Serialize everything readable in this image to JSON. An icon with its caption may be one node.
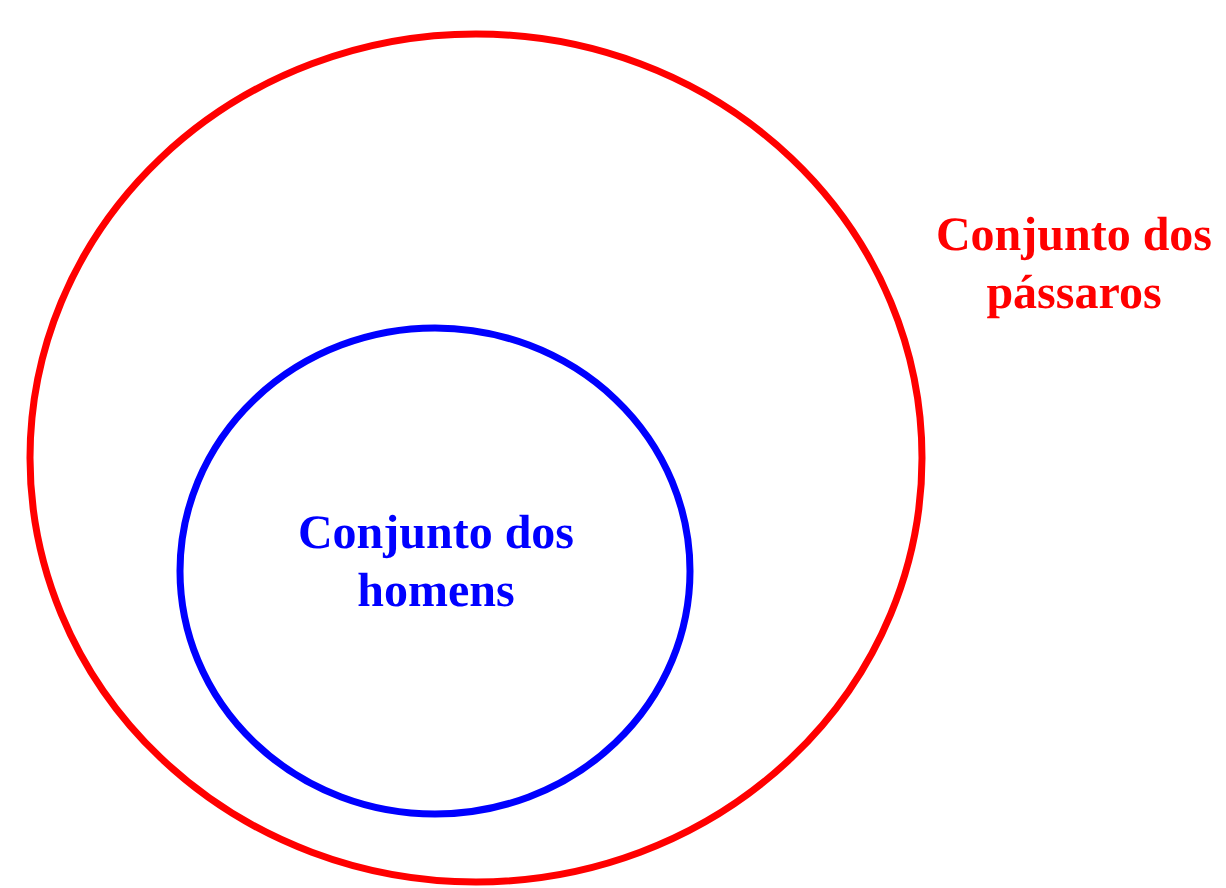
{
  "diagram": {
    "nodes": [
      {
        "text": [
          "Conjunto dos pássaros"
        ]
      },
      {
        "text": [
          "Conjunto dos homens"
        ],
        "in": 0
      }
    ]
  }
}
